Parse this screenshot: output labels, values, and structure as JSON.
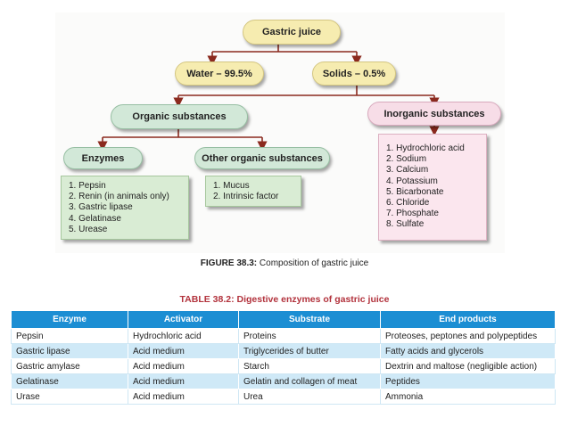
{
  "diagram": {
    "root": "Gastric juice",
    "water": "Water – 99.5%",
    "solids": "Solids – 0.5%",
    "organic": "Organic substances",
    "inorganic": "Inorganic substances",
    "enzymes": "Enzymes",
    "other_organic": "Other organic substances",
    "enzyme_list": [
      "1. Pepsin",
      "2. Renin (in animals only)",
      "3. Gastric lipase",
      "4. Gelatinase",
      "5. Urease"
    ],
    "other_list": [
      "1. Mucus",
      "2. Intrinsic factor"
    ],
    "inorganic_list": [
      "1. Hydrochloric acid",
      "2. Sodium",
      "3. Calcium",
      "4. Potassium",
      "5. Bicarbonate",
      "6. Chloride",
      "7. Phosphate",
      "8. Sulfate"
    ],
    "caption_label": "FIGURE 38.3:",
    "caption_text": " Composition of gastric juice",
    "colors": {
      "arrow": "#8b2a1e",
      "table_header": "#1c8ed3",
      "table_title": "#b2323c"
    }
  },
  "table": {
    "title": "TABLE 38.2: Digestive enzymes of gastric juice",
    "headers": [
      "Enzyme",
      "Activator",
      "Substrate",
      "End products"
    ],
    "rows": [
      [
        "Pepsin",
        "Hydrochloric acid",
        "Proteins",
        "Proteoses, peptones and polypeptides"
      ],
      [
        "Gastric lipase",
        "Acid medium",
        "Triglycerides of butter",
        "Fatty acids and glycerols"
      ],
      [
        "Gastric amylase",
        "Acid medium",
        "Starch",
        "Dextrin and maltose (negligible action)"
      ],
      [
        "Gelatinase",
        "Acid medium",
        "Gelatin and collagen of meat",
        "Peptides"
      ],
      [
        "Urase",
        "Acid medium",
        "Urea",
        "Ammonia"
      ]
    ]
  }
}
